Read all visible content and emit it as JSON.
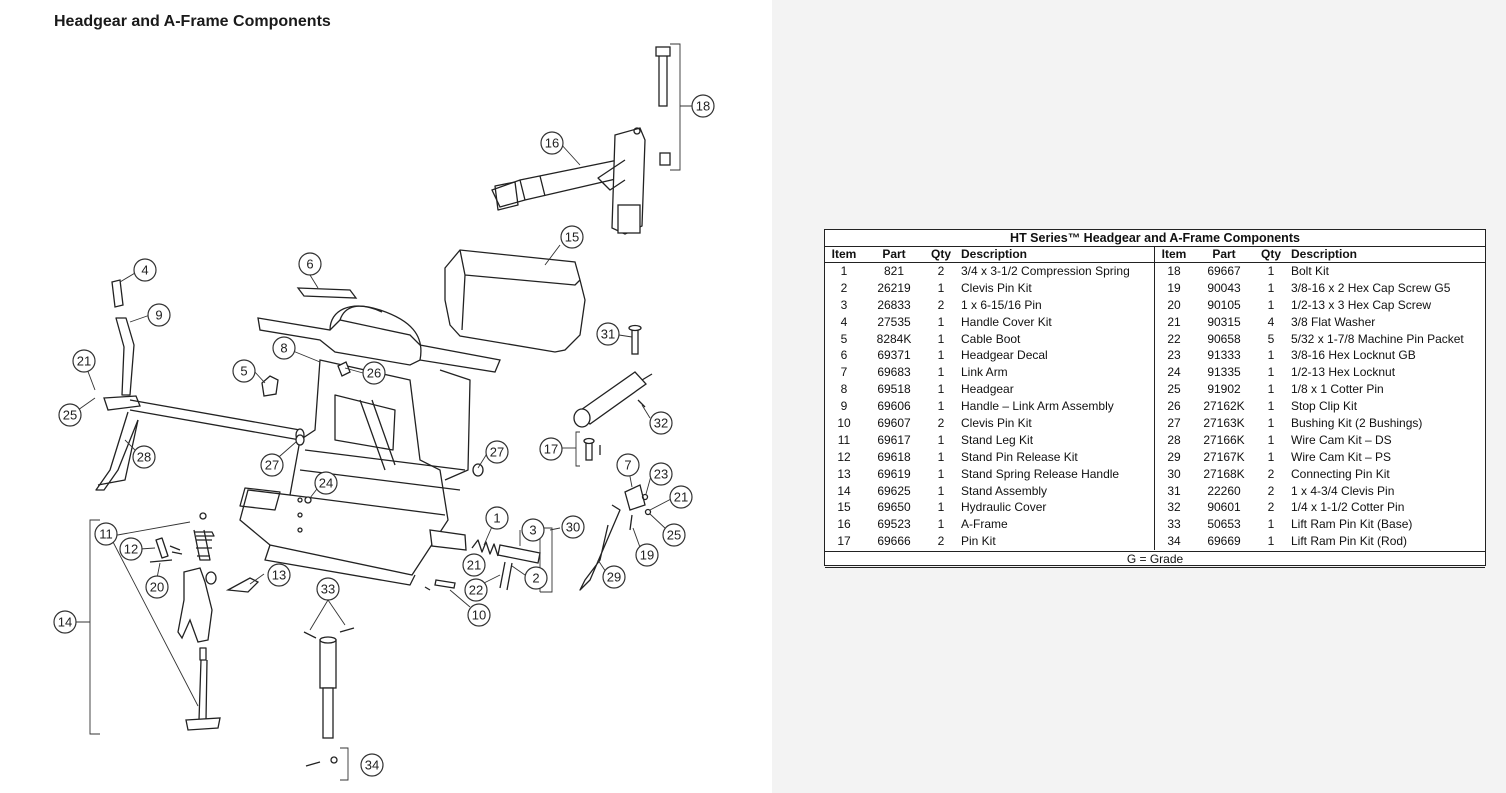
{
  "page": {
    "title": "Headgear and A-Frame Components"
  },
  "callouts": [
    "1",
    "2",
    "3",
    "4",
    "5",
    "6",
    "7",
    "8",
    "9",
    "10",
    "11",
    "12",
    "13",
    "14",
    "15",
    "16",
    "17",
    "18",
    "19",
    "20",
    "21",
    "22",
    "23",
    "24",
    "25",
    "26",
    "27",
    "28",
    "29",
    "30",
    "31",
    "32",
    "33",
    "34"
  ],
  "table": {
    "caption": "HT Series™ Headgear and A-Frame Components",
    "headers": {
      "item": "Item",
      "part": "Part",
      "qty": "Qty",
      "description": "Description"
    },
    "left_rows": [
      {
        "item": "1",
        "part": "821",
        "qty": "2",
        "desc": "3/4 x 3-1/2 Compression Spring"
      },
      {
        "item": "2",
        "part": "26219",
        "qty": "1",
        "desc": "Clevis Pin Kit"
      },
      {
        "item": "3",
        "part": "26833",
        "qty": "2",
        "desc": "1 x 6-15/16 Pin"
      },
      {
        "item": "4",
        "part": "27535",
        "qty": "1",
        "desc": "Handle Cover Kit"
      },
      {
        "item": "5",
        "part": "8284K",
        "qty": "1",
        "desc": "Cable Boot"
      },
      {
        "item": "6",
        "part": "69371",
        "qty": "1",
        "desc": "Headgear Decal"
      },
      {
        "item": "7",
        "part": "69683",
        "qty": "1",
        "desc": "Link Arm"
      },
      {
        "item": "8",
        "part": "69518",
        "qty": "1",
        "desc": "Headgear"
      },
      {
        "item": "9",
        "part": "69606",
        "qty": "1",
        "desc": "Handle – Link Arm Assembly"
      },
      {
        "item": "10",
        "part": "69607",
        "qty": "2",
        "desc": "Clevis Pin Kit"
      },
      {
        "item": "11",
        "part": "69617",
        "qty": "1",
        "desc": "Stand Leg Kit"
      },
      {
        "item": "12",
        "part": "69618",
        "qty": "1",
        "desc": "Stand Pin Release Kit"
      },
      {
        "item": "13",
        "part": "69619",
        "qty": "1",
        "desc": "Stand Spring Release Handle"
      },
      {
        "item": "14",
        "part": "69625",
        "qty": "1",
        "desc": "Stand Assembly"
      },
      {
        "item": "15",
        "part": "69650",
        "qty": "1",
        "desc": "Hydraulic Cover"
      },
      {
        "item": "16",
        "part": "69523",
        "qty": "1",
        "desc": "A-Frame"
      },
      {
        "item": "17",
        "part": "69666",
        "qty": "2",
        "desc": "Pin Kit"
      }
    ],
    "right_rows": [
      {
        "item": "18",
        "part": "69667",
        "qty": "1",
        "desc": "Bolt Kit"
      },
      {
        "item": "19",
        "part": "90043",
        "qty": "1",
        "desc": "3/8-16 x 2 Hex Cap Screw G5"
      },
      {
        "item": "20",
        "part": "90105",
        "qty": "1",
        "desc": "1/2-13 x 3 Hex Cap Screw"
      },
      {
        "item": "21",
        "part": "90315",
        "qty": "4",
        "desc": "3/8 Flat Washer"
      },
      {
        "item": "22",
        "part": "90658",
        "qty": "5",
        "desc": "5/32 x 1-7/8 Machine Pin Packet"
      },
      {
        "item": "23",
        "part": "91333",
        "qty": "1",
        "desc": "3/8-16 Hex Locknut GB"
      },
      {
        "item": "24",
        "part": "91335",
        "qty": "1",
        "desc": "1/2-13 Hex Locknut"
      },
      {
        "item": "25",
        "part": "91902",
        "qty": "1",
        "desc": "1/8 x 1 Cotter Pin"
      },
      {
        "item": "26",
        "part": "27162K",
        "qty": "1",
        "desc": "Stop Clip Kit"
      },
      {
        "item": "27",
        "part": "27163K",
        "qty": "1",
        "desc": "Bushing Kit (2 Bushings)"
      },
      {
        "item": "28",
        "part": "27166K",
        "qty": "1",
        "desc": "Wire Cam Kit – DS"
      },
      {
        "item": "29",
        "part": "27167K",
        "qty": "1",
        "desc": "Wire Cam Kit – PS"
      },
      {
        "item": "30",
        "part": "27168K",
        "qty": "2",
        "desc": "Connecting Pin Kit"
      },
      {
        "item": "31",
        "part": "22260",
        "qty": "2",
        "desc": "1 x 4-3/4 Clevis Pin"
      },
      {
        "item": "32",
        "part": "90601",
        "qty": "2",
        "desc": "1/4 x 1-1/2 Cotter Pin"
      },
      {
        "item": "33",
        "part": "50653",
        "qty": "1",
        "desc": "Lift Ram Pin Kit (Base)"
      },
      {
        "item": "34",
        "part": "69669",
        "qty": "1",
        "desc": "Lift Ram Pin Kit (Rod)"
      }
    ],
    "footer": "G = Grade"
  }
}
